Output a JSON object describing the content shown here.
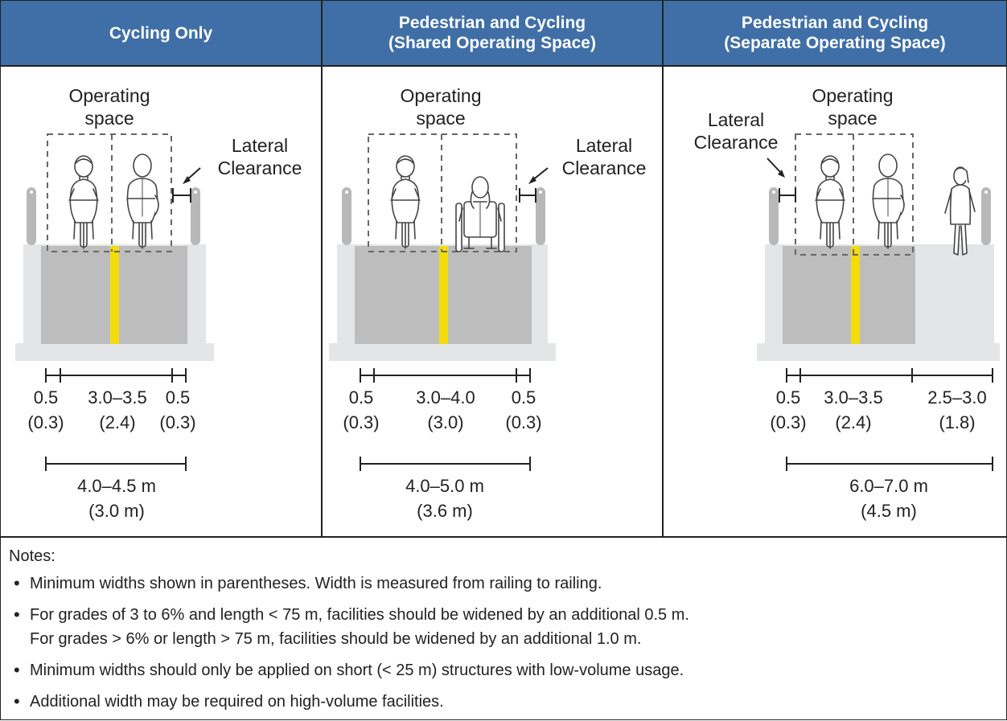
{
  "headers": [
    {
      "line1": "Cycling Only",
      "line2": ""
    },
    {
      "line1": "Pedestrian and Cycling",
      "line2": "(Shared Operating Space)"
    },
    {
      "line1": "Pedestrian and Cycling",
      "line2": "(Separate Operating Space)"
    }
  ],
  "labels": {
    "operating_space_1": "Operating",
    "operating_space_2": "space",
    "lateral_1": "Lateral",
    "lateral_2": "Clearance"
  },
  "panels": [
    {
      "dims": [
        {
          "value": "0.5",
          "min": "(0.3)"
        },
        {
          "value": "3.0–3.5",
          "min": "(2.4)"
        },
        {
          "value": "0.5",
          "min": "(0.3)"
        }
      ],
      "total": {
        "value": "4.0–4.5 m",
        "min": "(3.0 m)"
      }
    },
    {
      "dims": [
        {
          "value": "0.5",
          "min": "(0.3)"
        },
        {
          "value": "3.0–4.0",
          "min": "(3.0)"
        },
        {
          "value": "0.5",
          "min": "(0.3)"
        }
      ],
      "total": {
        "value": "4.0–5.0 m",
        "min": "(3.6 m)"
      }
    },
    {
      "dims": [
        {
          "value": "0.5",
          "min": "(0.3)"
        },
        {
          "value": "3.0–3.5",
          "min": "(2.4)"
        },
        {
          "value": "2.5–3.0",
          "min": "(1.8)"
        }
      ],
      "total": {
        "value": "6.0–7.0 m",
        "min": "(4.5 m)"
      }
    }
  ],
  "notes": {
    "title": "Notes:",
    "items": [
      "Minimum widths shown in parentheses. Width is measured from railing to railing.",
      "For grades of 3 to 6% and length < 75 m, facilities should be widened by an additional 0.5 m.",
      "For grades > 6% or length > 75 m, facilities should be widened by an additional 1.0 m.",
      "Minimum widths should only be applied on short (< 25 m) structures with low-volume usage.",
      "Additional width may be required on high-volume facilities."
    ]
  },
  "colors": {
    "header_bg": "#3f6fa6",
    "deck": "#bdbdbd",
    "deck_edge": "#e3e5e6",
    "center_line": "#f2dc0c",
    "post": "#b8b8b8"
  }
}
